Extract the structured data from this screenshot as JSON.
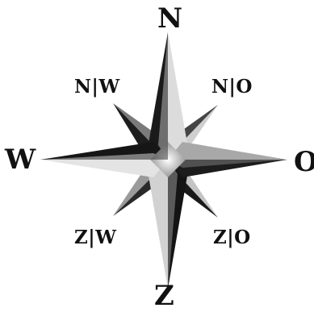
{
  "labels": {
    "north": "N",
    "south": "Z",
    "west": "W",
    "east": "O",
    "north_west": "N|W",
    "north_east": "N|O",
    "south_west": "Z|W",
    "south_east": "Z|O"
  },
  "colors": {
    "dark": "#111111",
    "mid": "#6a6a6a",
    "light": "#d6d6d6",
    "text": "#111111"
  }
}
